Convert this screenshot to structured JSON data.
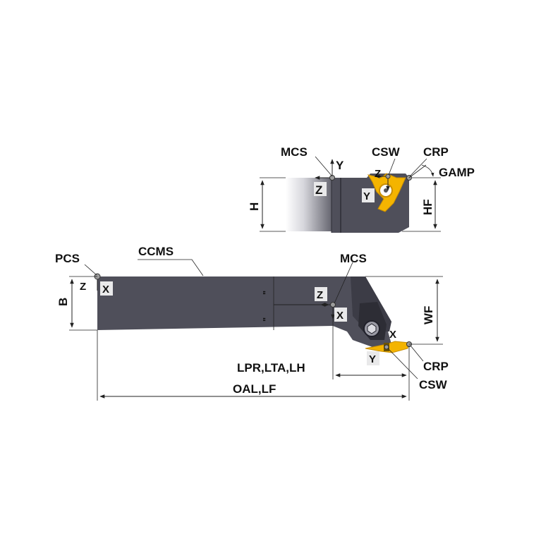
{
  "colors": {
    "body": "#4f4f5a",
    "body_dark": "#3c3c46",
    "body_light": "#9a9aa4",
    "insert": "#f4b400",
    "insert_dark": "#c98e00",
    "point": "#9c9c9c"
  },
  "side_view": {
    "labels": {
      "mcs": "MCS",
      "csw": "CSW",
      "crp": "CRP",
      "gamp": "GAMP",
      "h": "H",
      "hf": "HF",
      "y_axis": "Y",
      "z_axis": "Z",
      "z_insert": "Z",
      "y_insert": "Y"
    }
  },
  "top_view": {
    "labels": {
      "pcs": "PCS",
      "ccms": "CCMS",
      "mcs": "MCS",
      "b": "B",
      "wf": "WF",
      "z_pcs": "Z",
      "x_pcs": "X",
      "z_mcs": "Z",
      "x_mcs": "X",
      "x_insert": "X",
      "y_insert": "Y",
      "crp": "CRP",
      "csw": "CSW",
      "lpr": "LPR,LTA,LH",
      "oal": "OAL,LF",
      "tick_a": "\"",
      "tick_b": "\""
    }
  }
}
